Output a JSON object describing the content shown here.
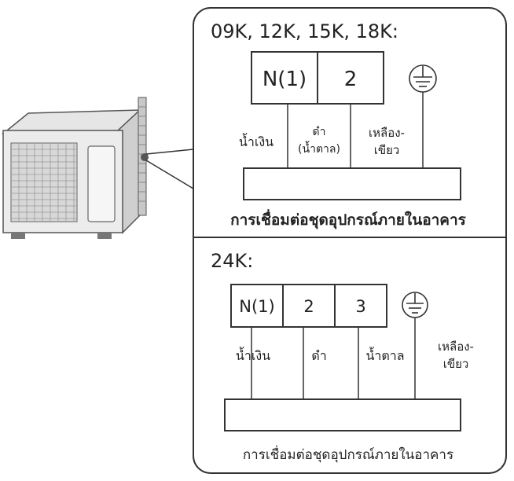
{
  "top_panel": {
    "heading": "09K, 12K, 15K, 18K:",
    "terminals": [
      "N(1)",
      "2"
    ],
    "wires": [
      {
        "lines": [
          "น้ำเงิน"
        ]
      },
      {
        "lines": [
          "ดำ",
          "(น้ำตาล)"
        ]
      },
      {
        "lines": [
          "เหลือง-",
          "เขียว"
        ]
      }
    ],
    "caption": "การเชื่อมต่อชุดอุปกรณ์ภายในอาคาร",
    "ground_symbol": "ground-icon"
  },
  "bottom_panel": {
    "heading": "24K:",
    "terminals": [
      "N(1)",
      "2",
      "3"
    ],
    "wires": [
      {
        "lines": [
          "น้ำเงิน"
        ]
      },
      {
        "lines": [
          "ดำ"
        ]
      },
      {
        "lines": [
          "น้ำตาล"
        ]
      },
      {
        "lines": [
          "เหลือง-",
          "เขียว"
        ]
      }
    ],
    "caption": "การเชื่อมต่อชุดอุปกรณ์ภายในอาคาร",
    "ground_symbol": "ground-icon"
  },
  "illustration": "outdoor-ac-unit-icon"
}
